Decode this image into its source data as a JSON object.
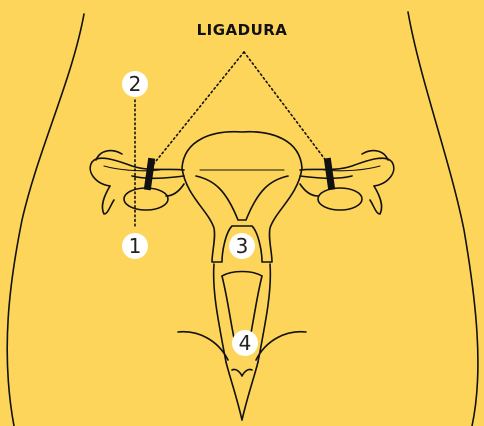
{
  "title": "LIGADURA",
  "markers": [
    "1",
    "2",
    "3",
    "4"
  ],
  "colors": {
    "background": "#fdd55a",
    "outline": "#111111",
    "marker_fill": "#ffffff"
  }
}
